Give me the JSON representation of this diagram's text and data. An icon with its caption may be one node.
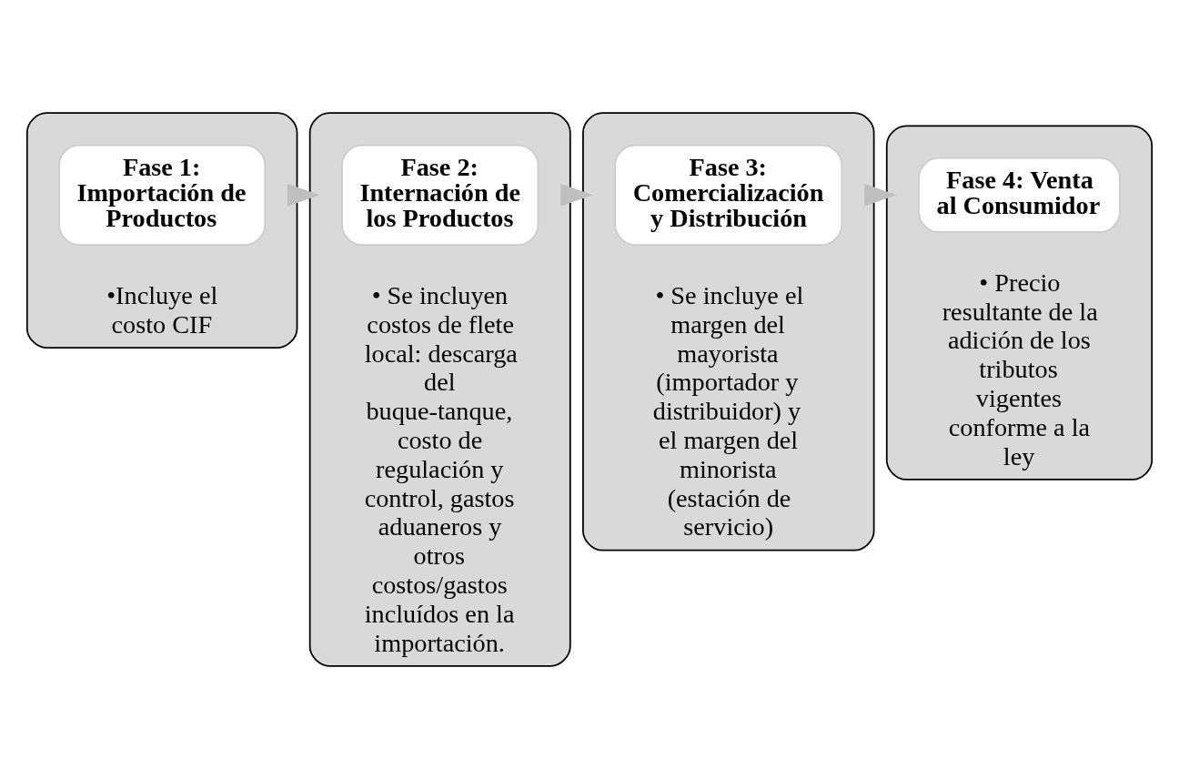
{
  "diagram": {
    "nodes": [
      {
        "text": [
          "•Incluye el costo CIF"
        ]
      },
      {
        "text": [
          "Fase 1: Importación de Productos"
        ],
        "in": 0
      },
      {
        "text": [
          "• Se incluyen costos de flete local: descarga del buque-tanque, costo de regulación y control, gastos aduaneros y otros costos/gastos incluídos en la importación."
        ]
      },
      {
        "text": [
          "Fase 2: Internación de los Productos"
        ],
        "in": 2
      },
      {
        "text": [
          "• Se incluye el margen del mayorista (importador y distribuidor) y el margen del minorista (estación de servicio)"
        ]
      },
      {
        "text": [
          "Fase 3: Comercialización y Distribución"
        ],
        "in": 4
      },
      {
        "text": [
          "• Precio resultante de la adición de los tributos vigentes conforme a la ley"
        ]
      },
      {
        "text": [
          "Fase 4: Venta al Consumidor"
        ],
        "in": 6
      }
    ],
    "edges": [
      {
        "from": 0,
        "to": 2,
        "arrow": "to"
      },
      {
        "from": 2,
        "to": 4,
        "arrow": "to"
      },
      {
        "from": 4,
        "to": 6,
        "arrow": "to"
      }
    ]
  }
}
